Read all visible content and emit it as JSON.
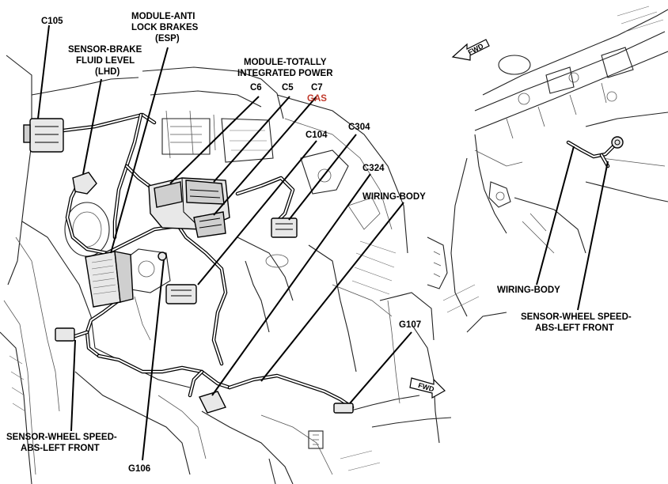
{
  "labels": {
    "c105": "C105",
    "module_abs_1": "MODULE-ANTI",
    "module_abs_2": "LOCK BRAKES",
    "module_abs_3": "(ESP)",
    "sensor_brake_1": "SENSOR-BRAKE",
    "sensor_brake_2": "FLUID LEVEL",
    "sensor_brake_3": "(LHD)",
    "tipm_1": "MODULE-TOTALLY",
    "tipm_2": "INTEGRATED POWER",
    "c6": "C6",
    "c5": "C5",
    "c7": "C7",
    "gas": "GAS",
    "c104": "C104",
    "c304": "C304",
    "c324": "C324",
    "wiring_body_left": "WIRING-BODY",
    "g107": "G107",
    "sensor_wheel_left_1": "SENSOR-WHEEL SPEED-",
    "sensor_wheel_left_2": "ABS-LEFT FRONT",
    "g106": "G106",
    "wiring_body_right": "WIRING-BODY",
    "sensor_wheel_right_1": "SENSOR-WHEEL SPEED-",
    "sensor_wheel_right_2": "ABS-LEFT FRONT",
    "fwd_top": "FWD",
    "fwd_bottom": "FWD"
  },
  "colors": {
    "line": "#000000",
    "gas_label": "#c0392b"
  }
}
